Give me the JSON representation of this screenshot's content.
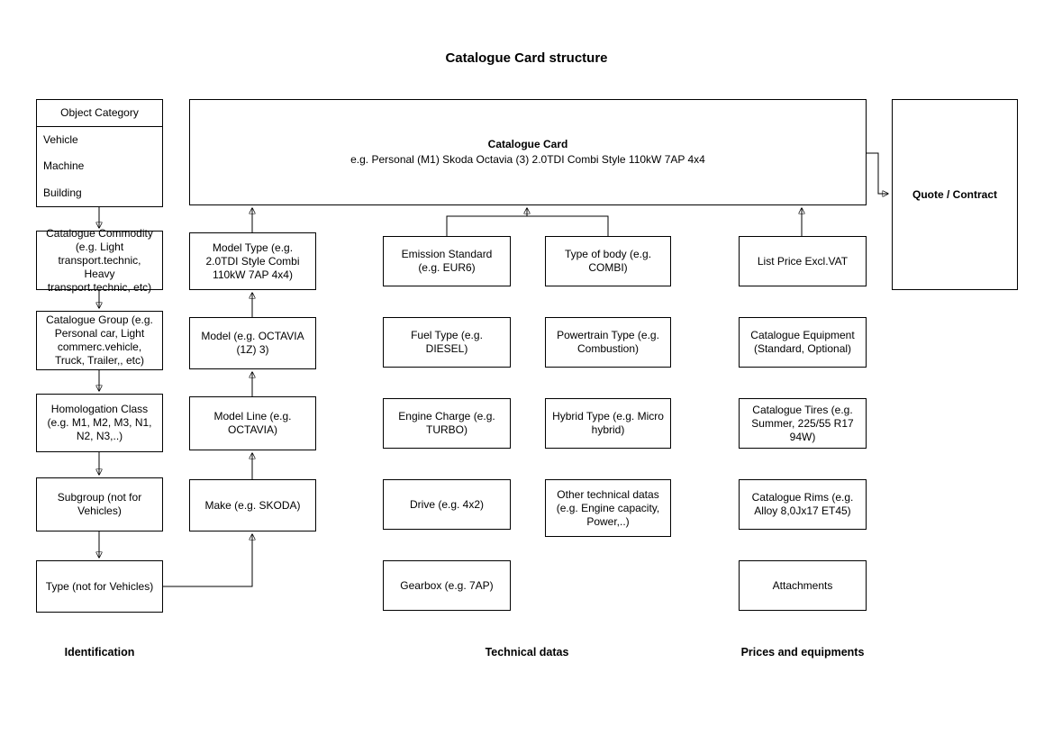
{
  "title": "Catalogue Card structure",
  "object_category": {
    "header": "Object Category",
    "items": [
      "Vehicle",
      "Machine",
      "Building"
    ]
  },
  "identification": {
    "label": "Identification",
    "boxes": [
      "Catalogue Commodity (e.g. Light transport.technic, Heavy transport.technic, etc)",
      "Catalogue Group (e.g. Personal car, Light commerc.vehicle, Truck, Trailer,, etc)",
      "Homologation Class (e.g. M1, M2, M3, N1, N2, N3,..)",
      "Subgroup (not for Vehicles)",
      "Type (not for Vehicles)"
    ]
  },
  "model_chain": [
    "Model Type (e.g. 2.0TDI Style Combi 110kW 7AP 4x4)",
    "Model (e.g. OCTAVIA (1Z) 3)",
    "Model Line (e.g. OCTAVIA)",
    "Make (e.g. SKODA)"
  ],
  "catalogue_card": {
    "title": "Catalogue Card",
    "subtitle": "e.g. Personal (M1) Skoda Octavia (3) 2.0TDI Combi Style 110kW 7AP 4x4"
  },
  "quote_contract": "Quote / Contract",
  "technical": {
    "label": "Technical datas",
    "col1": [
      "Emission Standard (e.g. EUR6)",
      "Fuel Type (e.g. DIESEL)",
      "Engine Charge (e.g. TURBO)",
      "Drive (e.g. 4x2)",
      "Gearbox (e.g. 7AP)"
    ],
    "col2": [
      "Type of body (e.g. COMBI)",
      "Powertrain Type (e.g. Combustion)",
      "Hybrid Type (e.g. Micro hybrid)",
      "Other technical datas (e.g. Engine capacity, Power,..)"
    ]
  },
  "prices": {
    "label": "Prices and equipments",
    "boxes": [
      "List Price Excl.VAT",
      "Catalogue Equipment (Standard, Optional)",
      "Catalogue Tires (e.g. Summer, 225/55 R17 94W)",
      "Catalogue Rims (e.g. Alloy 8,0Jx17 ET45)",
      "Attachments"
    ]
  },
  "colors": {
    "line": "#000000",
    "background": "#ffffff"
  }
}
